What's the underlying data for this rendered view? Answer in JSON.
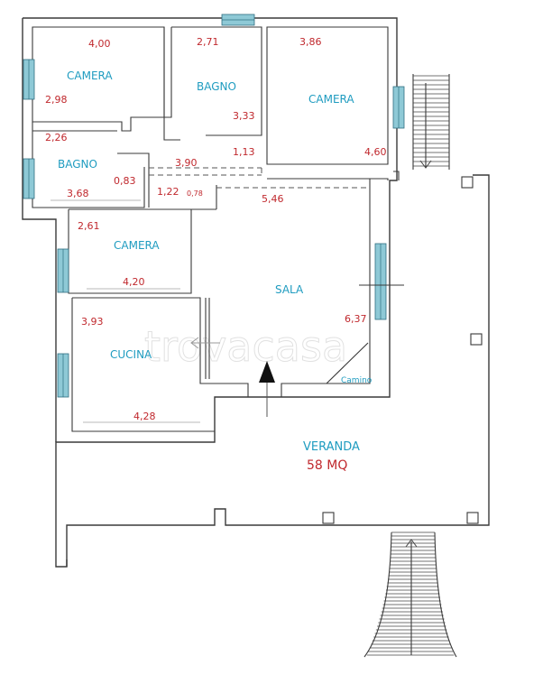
{
  "watermark": "trovacasa",
  "rooms": {
    "camera_1": "CAMERA",
    "bagno_1": "BAGNO",
    "camera_2": "CAMERA",
    "bagno_2": "BAGNO",
    "camera_3": "CAMERA",
    "sala": "SALA",
    "cucina": "CUCINA",
    "camino": "Camino",
    "veranda": "VERANDA",
    "veranda_area": "58 MQ"
  },
  "dimensions": {
    "d_4_00": "4,00",
    "d_2_98": "2,98",
    "d_2_71": "2,71",
    "d_3_33": "3,33",
    "d_3_86": "3,86",
    "d_4_60": "4,60",
    "d_2_26": "2,26",
    "d_0_83": "0,83",
    "d_3_68": "3,68",
    "d_3_90": "3,90",
    "d_1_13": "1,13",
    "d_1_22": "1,22",
    "d_0_78": "0,78",
    "d_5_46": "5,46",
    "d_2_61": "2,61",
    "d_4_20": "4,20",
    "d_6_37": "6,37",
    "d_3_93": "3,93",
    "d_4_28": "4,28"
  },
  "colors": {
    "room_label": "#1f9cc0",
    "dimension": "#c0282d",
    "window": "#8ec9d6",
    "wall": "#3a3a3a"
  }
}
